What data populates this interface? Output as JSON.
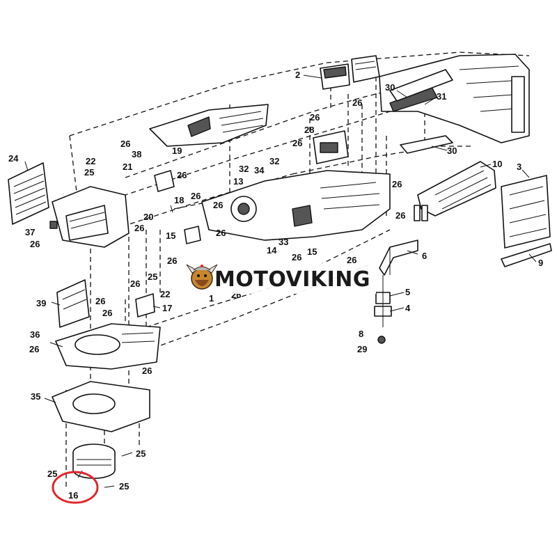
{
  "watermark": {
    "text": "MOTOVIKING"
  },
  "highlight": {
    "part": "16",
    "color": "#e0262b"
  },
  "callouts": [
    {
      "id": "c2",
      "text": "2"
    },
    {
      "id": "c30a",
      "text": "30"
    },
    {
      "id": "c31",
      "text": "31"
    },
    {
      "id": "c26a",
      "text": "26"
    },
    {
      "id": "c26b",
      "text": "26"
    },
    {
      "id": "c28",
      "text": "28"
    },
    {
      "id": "c30b",
      "text": "30"
    },
    {
      "id": "c26c",
      "text": "26"
    },
    {
      "id": "c10",
      "text": "10"
    },
    {
      "id": "c3",
      "text": "3"
    },
    {
      "id": "c24",
      "text": "24"
    },
    {
      "id": "c22a",
      "text": "22"
    },
    {
      "id": "c26d",
      "text": "26"
    },
    {
      "id": "c38",
      "text": "38"
    },
    {
      "id": "c19",
      "text": "19"
    },
    {
      "id": "c25a",
      "text": "25"
    },
    {
      "id": "c21",
      "text": "21"
    },
    {
      "id": "c26e",
      "text": "26"
    },
    {
      "id": "c32a",
      "text": "32"
    },
    {
      "id": "c34",
      "text": "34"
    },
    {
      "id": "c32b",
      "text": "32"
    },
    {
      "id": "c13",
      "text": "13"
    },
    {
      "id": "c26f",
      "text": "26"
    },
    {
      "id": "c26g",
      "text": "26"
    },
    {
      "id": "c18",
      "text": "18"
    },
    {
      "id": "c26h",
      "text": "26"
    },
    {
      "id": "c20",
      "text": "20"
    },
    {
      "id": "c26i",
      "text": "26"
    },
    {
      "id": "c37",
      "text": "37"
    },
    {
      "id": "c26j",
      "text": "26"
    },
    {
      "id": "c26k",
      "text": "26"
    },
    {
      "id": "c15a",
      "text": "15"
    },
    {
      "id": "c26l",
      "text": "26"
    },
    {
      "id": "c33",
      "text": "33"
    },
    {
      "id": "c14",
      "text": "14"
    },
    {
      "id": "c15b",
      "text": "15"
    },
    {
      "id": "c26m",
      "text": "26"
    },
    {
      "id": "c26n",
      "text": "26"
    },
    {
      "id": "c6",
      "text": "6"
    },
    {
      "id": "c9",
      "text": "9"
    },
    {
      "id": "c26o",
      "text": "26"
    },
    {
      "id": "c1",
      "text": "1"
    },
    {
      "id": "c26p",
      "text": "26"
    },
    {
      "id": "c25b",
      "text": "25"
    },
    {
      "id": "c26q",
      "text": "26"
    },
    {
      "id": "c22b",
      "text": "22"
    },
    {
      "id": "c39",
      "text": "39"
    },
    {
      "id": "c26r",
      "text": "26"
    },
    {
      "id": "c17",
      "text": "17"
    },
    {
      "id": "c26s",
      "text": "26"
    },
    {
      "id": "c5",
      "text": "5"
    },
    {
      "id": "c4",
      "text": "4"
    },
    {
      "id": "c8",
      "text": "8"
    },
    {
      "id": "c29",
      "text": "29"
    },
    {
      "id": "c36",
      "text": "36"
    },
    {
      "id": "c26t",
      "text": "26"
    },
    {
      "id": "c26u",
      "text": "26"
    },
    {
      "id": "c35",
      "text": "35"
    },
    {
      "id": "c25c",
      "text": "25"
    },
    {
      "id": "c25d",
      "text": "25"
    },
    {
      "id": "c25e",
      "text": "25"
    },
    {
      "id": "c16",
      "text": "16"
    }
  ]
}
